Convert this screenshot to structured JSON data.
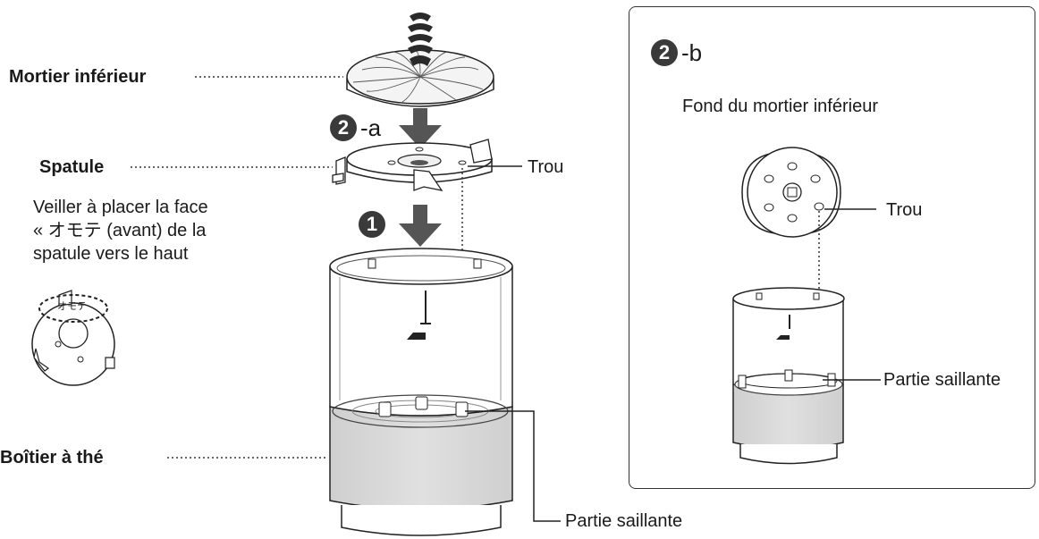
{
  "labels": {
    "lower_mortar": "Mortier inférieur",
    "spatula": "Spatule",
    "note_line1": "Veiller à placer la face",
    "note_line2": "« オモテ (avant) de la",
    "note_line3": "spatule vers le haut",
    "omote": "オモテ",
    "tea_case": "Boîtier à thé",
    "hole": "Trou",
    "protrusion": "Partie saillante"
  },
  "steps": {
    "one": "1",
    "two": "2",
    "step_2a_suffix": "-a",
    "step_2b_suffix": "-b"
  },
  "panel": {
    "bottom_title": "Fond du mortier inférieur",
    "hole": "Trou",
    "protrusion": "Partie saillante"
  }
}
